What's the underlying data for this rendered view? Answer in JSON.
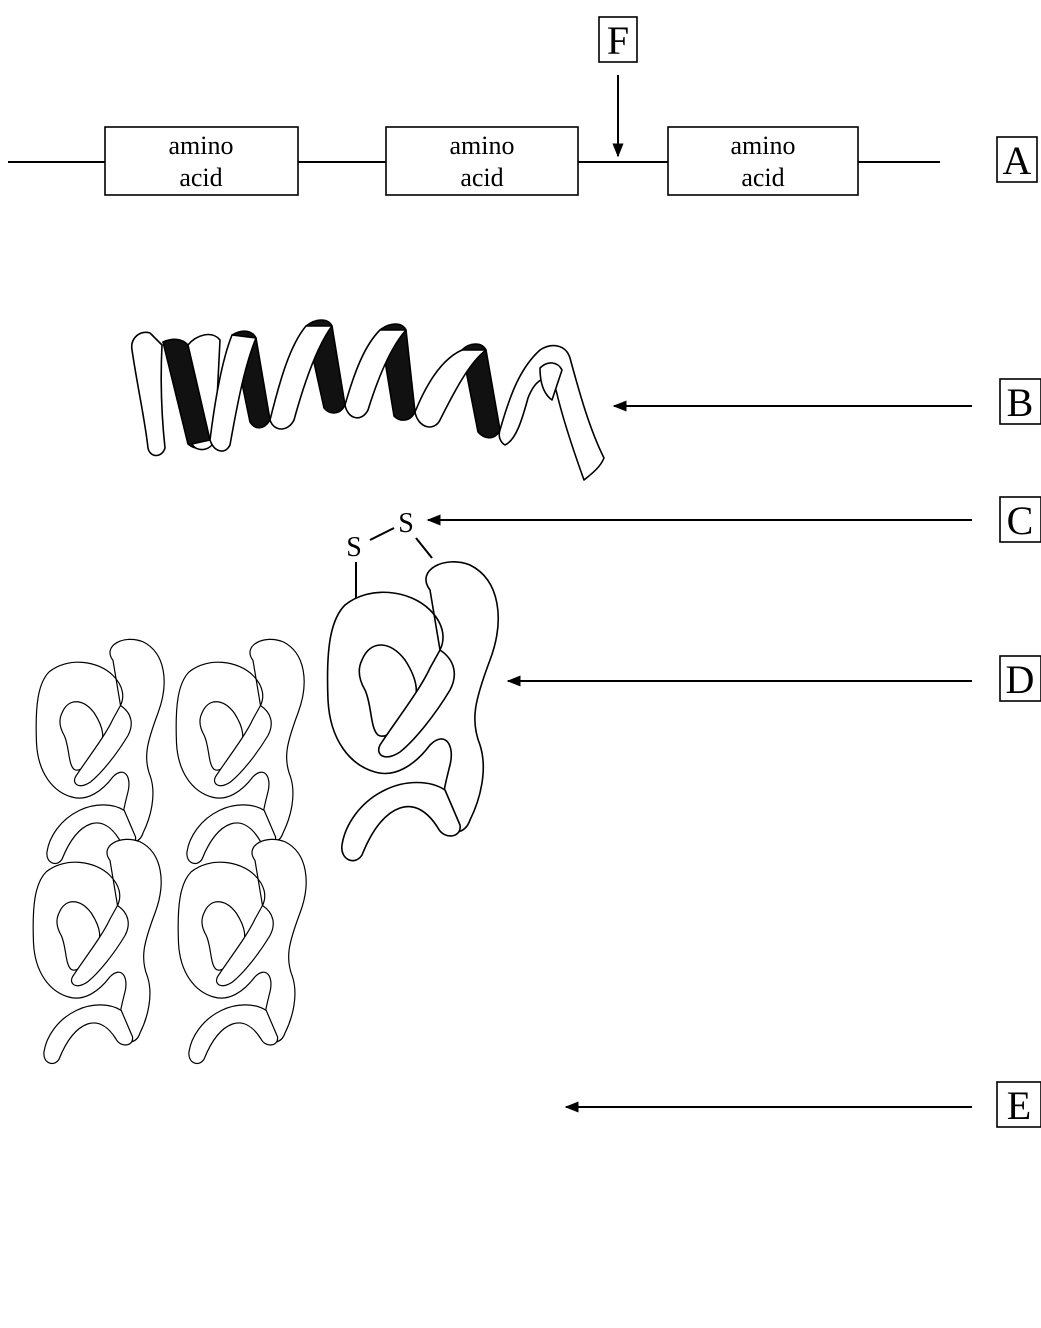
{
  "labels": {
    "a": "A",
    "b": "B",
    "c": "C",
    "d": "D",
    "e": "E",
    "f": "F"
  },
  "chain": {
    "residues": [
      {
        "line1": "amino",
        "line2": "acid"
      },
      {
        "line1": "amino",
        "line2": "acid"
      },
      {
        "line1": "amino",
        "line2": "acid"
      }
    ]
  },
  "disulfide": {
    "atom1": "S",
    "atom2": "S"
  }
}
